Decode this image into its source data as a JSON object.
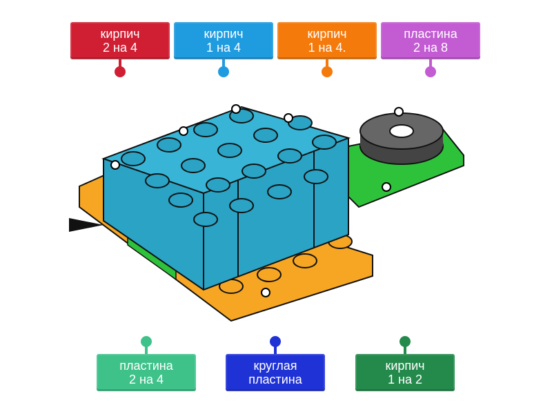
{
  "labels_top": [
    {
      "line1": "кирпич",
      "line2": "2 на 4",
      "color": "#d01e33"
    },
    {
      "line1": "кирпич",
      "line2": "1 на 4",
      "color": "#1f9be0"
    },
    {
      "line1": "кирпич",
      "line2": "1 на 4.",
      "color": "#f57a0c"
    },
    {
      "line1": "пластина",
      "line2": "2 на 8",
      "color": "#c35bd3"
    }
  ],
  "labels_bottom": [
    {
      "line1": "пластина",
      "line2": "2 на 4",
      "color": "#3ec28a"
    },
    {
      "line1": "круглая",
      "line2": "пластина",
      "color": "#1f32d6"
    },
    {
      "line1": "кирпич",
      "line2": "1 на 2",
      "color": "#238a4c"
    }
  ],
  "colors": {
    "brick": "#2aa3c5",
    "plate_orange": "#f6a623",
    "plate_green": "#2ec23a",
    "round": "#555555"
  }
}
